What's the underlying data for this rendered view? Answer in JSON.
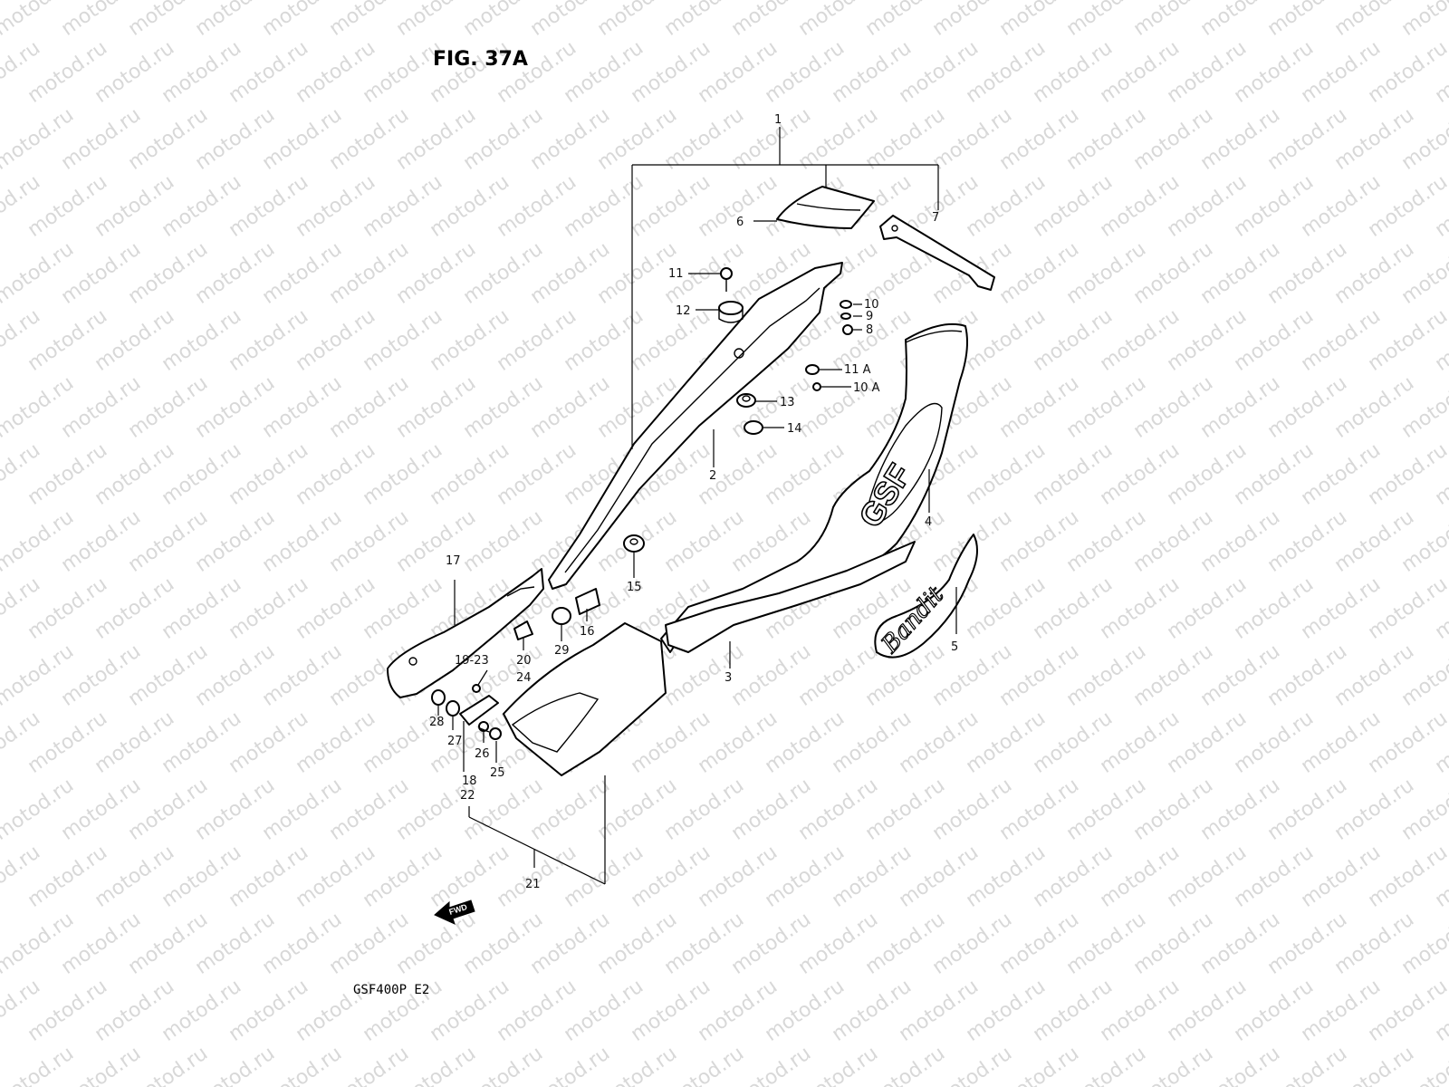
{
  "figure_title": "FIG. 37A",
  "model_code": "GSF400P  E2",
  "watermark_text": "motod.ru",
  "fwd_label": "FWD",
  "logo_gsf": "GSF",
  "logo_bandit": "Bandit",
  "callouts": {
    "c1": "1",
    "c2": "2",
    "c3": "3",
    "c4": "4",
    "c5": "5",
    "c6": "6",
    "c7": "7",
    "c8": "8",
    "c9": "9",
    "c10": "10",
    "c10a": "10 A",
    "c11": "11",
    "c11a": "11 A",
    "c12": "12",
    "c13": "13",
    "c14": "14",
    "c15": "15",
    "c16": "16",
    "c17": "17",
    "c18": "18",
    "c19_23": "19-23",
    "c20": "20",
    "c21": "21",
    "c22": "22",
    "c24": "24",
    "c25": "25",
    "c26": "26",
    "c27": "27",
    "c28": "28",
    "c29": "29"
  },
  "colors": {
    "line": "#000000",
    "watermark": "#d8d8d8",
    "background": "#ffffff"
  }
}
